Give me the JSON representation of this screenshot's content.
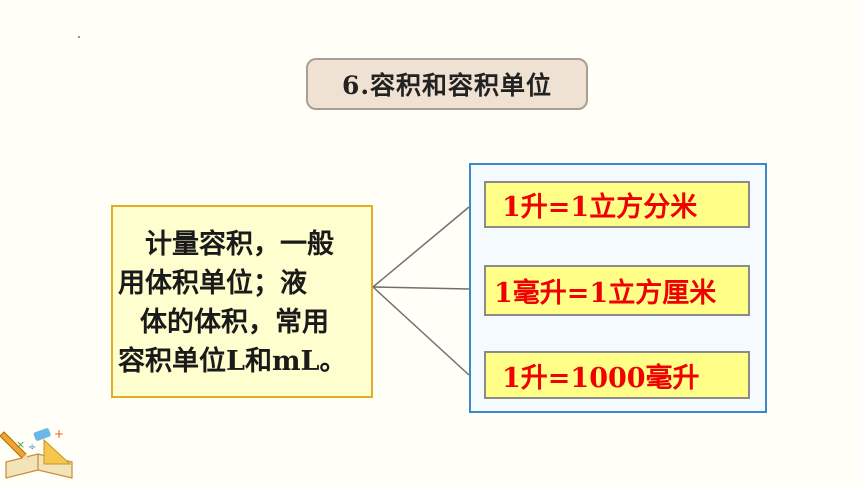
{
  "title": "6.容积和容积单位",
  "description": {
    "lines": [
      "计量容积，一般",
      "用体积单位；液",
      "体的体积，常用",
      "容积单位L和mL。"
    ]
  },
  "formulas": [
    {
      "text": "1升=1立方分米"
    },
    {
      "text": "1毫升=1立方厘米"
    },
    {
      "text": "1升=1000毫升"
    }
  ],
  "colors": {
    "background": "#FFFEF7",
    "title_fill": "#F0E2D3",
    "desc_fill": "#FFFECF",
    "desc_border": "#E4AC26",
    "panel_border": "#3B89CA",
    "formula_fill": "#FFFF88",
    "formula_text": "#F00000"
  }
}
